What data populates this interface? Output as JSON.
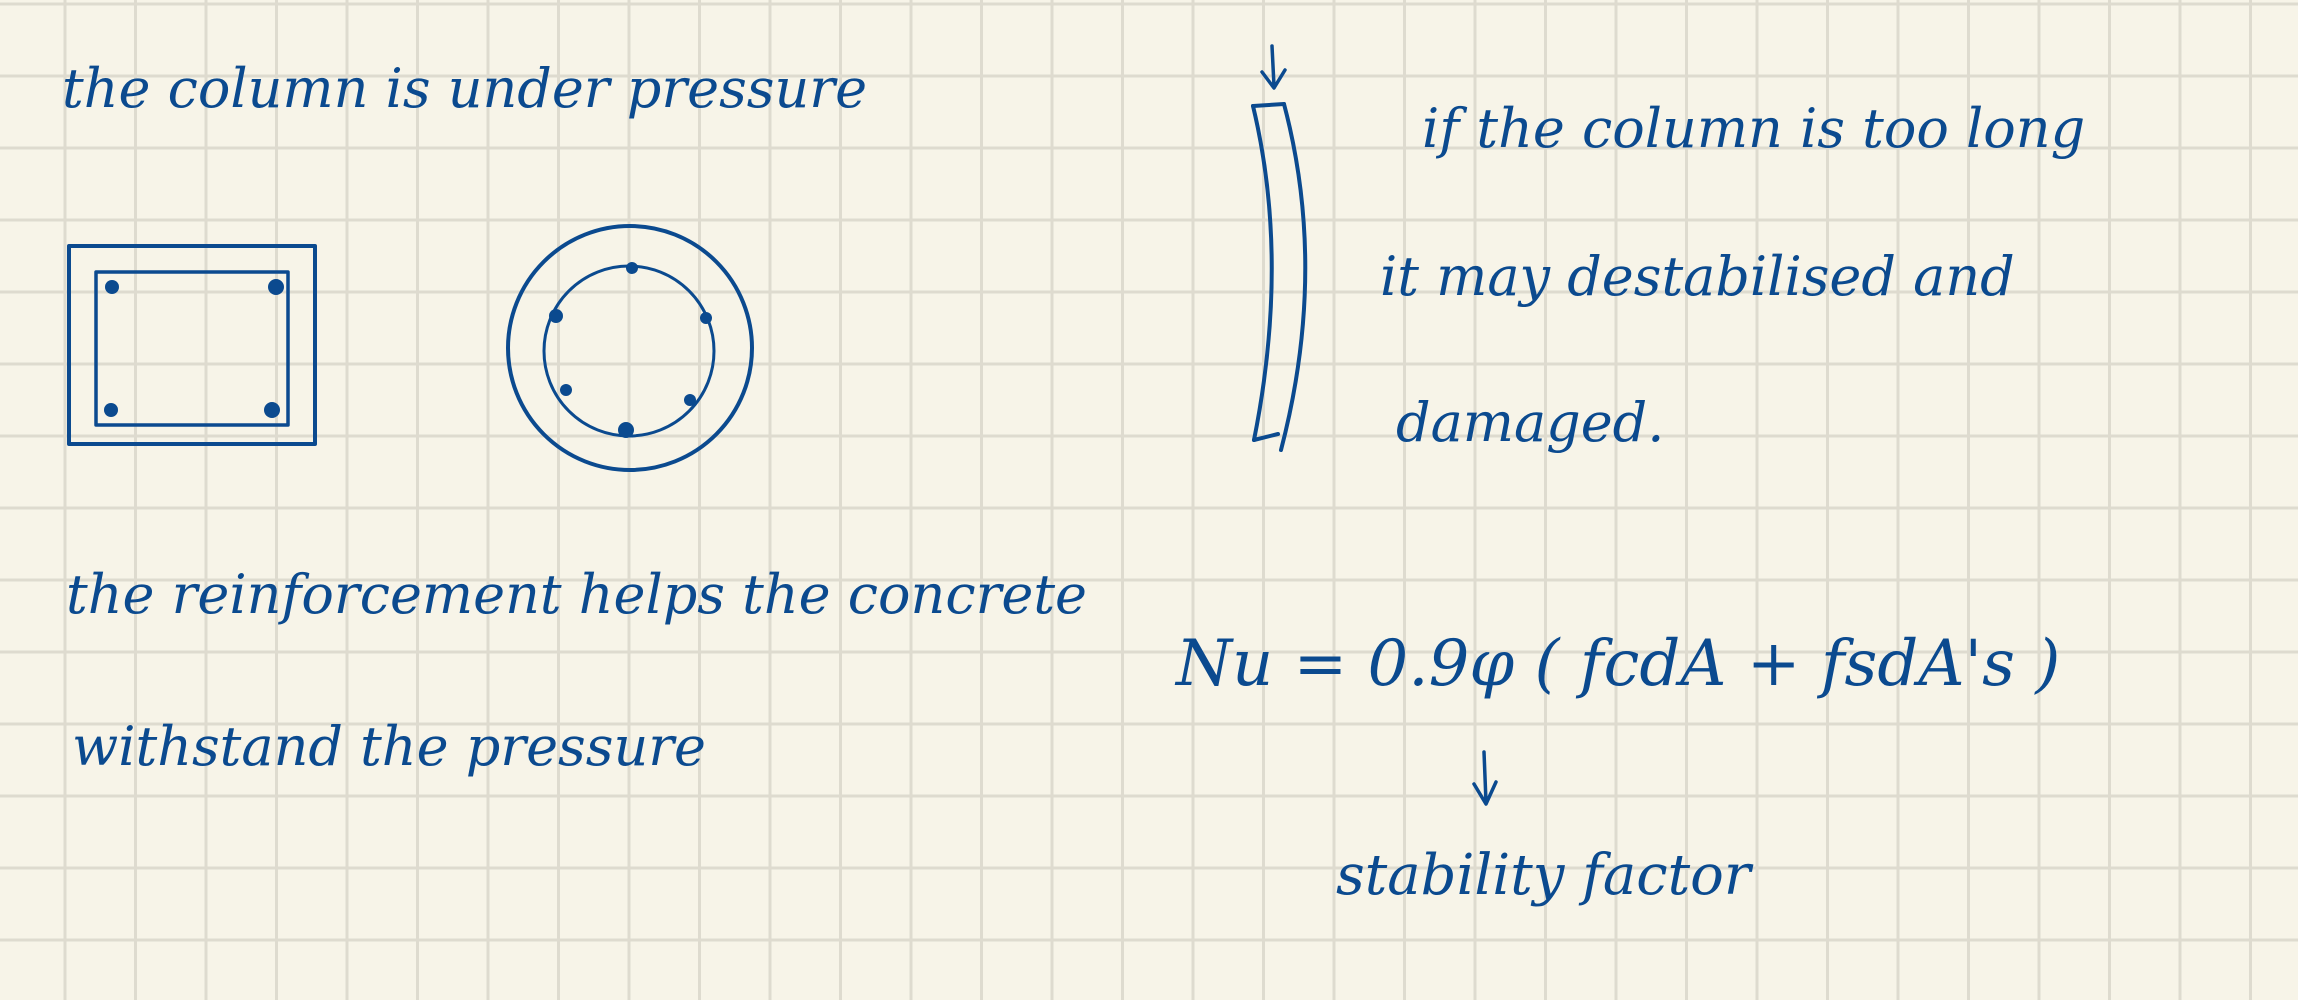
{
  "paper": {
    "background": "#f7f4e8",
    "grid_color": "#dedbcf"
  },
  "ink_color": "#0b4a8f",
  "notes": {
    "line1": "the column is under pressure",
    "line2": "the reinforcement helps the concrete",
    "line3": "withstand the pressure",
    "line4": "if the column is too long",
    "line5": "it may destabilised and",
    "line6": "damaged."
  },
  "formula": {
    "expression": "Nu = 0.9φ ( fcdA + fsdA's )",
    "annotation": "stability factor"
  }
}
